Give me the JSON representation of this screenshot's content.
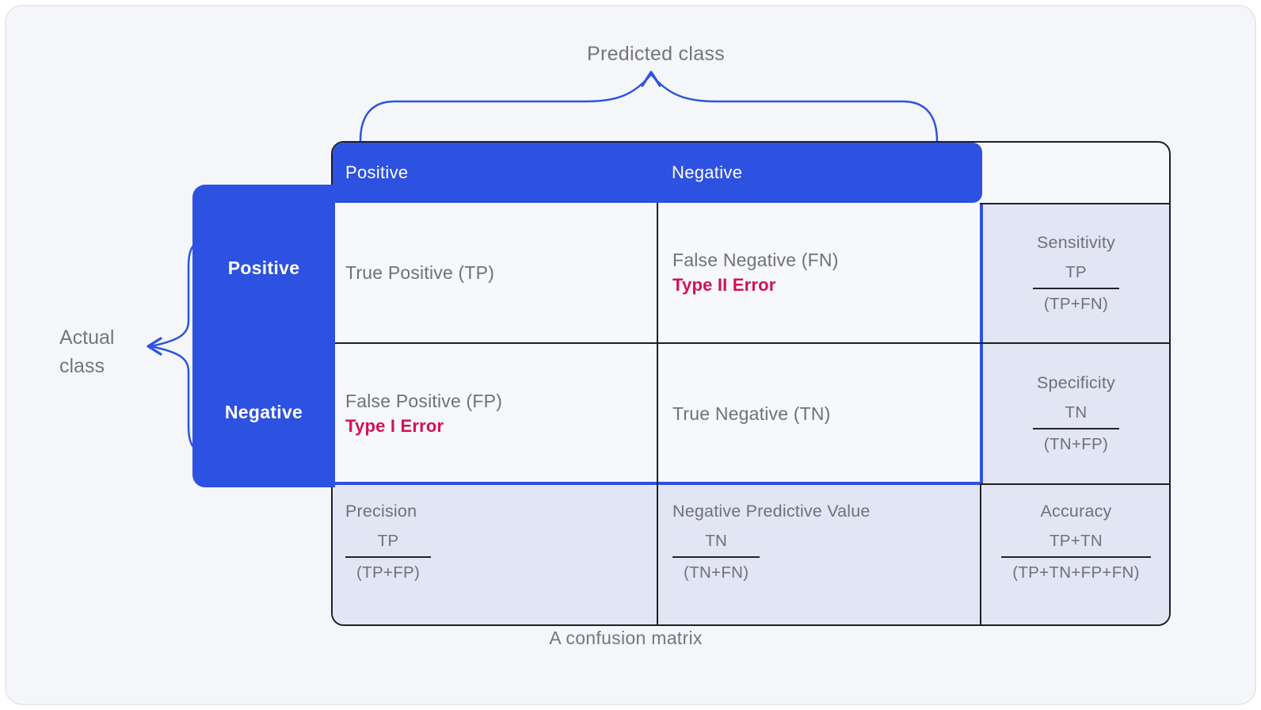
{
  "labels": {
    "predicted_class": "Predicted class",
    "actual_class_line1": "Actual",
    "actual_class_line2": "class",
    "caption": "A confusion matrix"
  },
  "colors": {
    "accent_blue": "#2D51E0",
    "error_crimson": "#D1115A",
    "text_gray": "#70707B",
    "border_dark": "#1F1F27",
    "metric_lavender": "#E2E5F4",
    "cell_background": "#F7F8FA",
    "page_background": "#F5F6F9"
  },
  "matrix": {
    "predicted_headers": [
      "Positive",
      "Negative"
    ],
    "actual_headers": [
      "Positive",
      "Negative"
    ],
    "cells": {
      "tp": {
        "label": "True Positive (TP)"
      },
      "fn": {
        "label": "False Negative (FN)",
        "error": "Type II Error"
      },
      "fp": {
        "label": "False Positive (FP)",
        "error": "Type I Error"
      },
      "tn": {
        "label": "True Negative (TN)"
      }
    },
    "metrics": {
      "sensitivity": {
        "name": "Sensitivity",
        "numerator": "TP",
        "denominator": "(TP+FN)"
      },
      "specificity": {
        "name": "Specificity",
        "numerator": "TN",
        "denominator": "(TN+FP)"
      },
      "precision": {
        "name": "Precision",
        "numerator": "TP",
        "denominator": "(TP+FP)"
      },
      "npv": {
        "name": "Negative Predictive Value",
        "numerator": "TN",
        "denominator": "(TN+FN)"
      },
      "accuracy": {
        "name": "Accuracy",
        "numerator": "TP+TN",
        "denominator": "(TP+TN+FP+FN)"
      }
    }
  }
}
